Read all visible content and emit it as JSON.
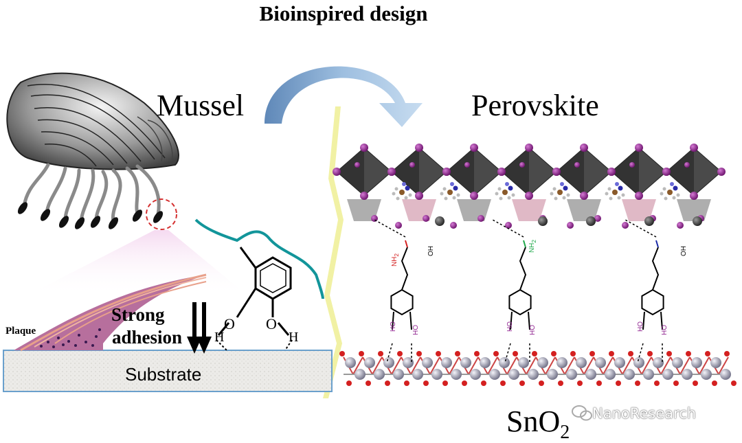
{
  "title": "Bioinspired design",
  "left_label": "Mussel",
  "right_label": "Perovskite",
  "substrate_label": "Substrate",
  "plaque_label": "Plaque",
  "adhesion_label_1": "Strong",
  "adhesion_label_2": "adhesion",
  "sno2_main": "SnO",
  "sno2_sub": "2",
  "watermark": "NanoResearch",
  "chem": {
    "nh2": "NH",
    "nh2_sub": "2",
    "ho": "HO",
    "oh": "OH",
    "o": "O",
    "h": "H"
  },
  "colors": {
    "arrow": "#7fa7cf",
    "octahedron": "#3a3a3a",
    "iodide": "#8e1f8e",
    "tin": "#8c8ca0",
    "oxygen": "#d42020",
    "amine_red": "#d42020",
    "amine_green": "#1fa84a",
    "carbonyl_blue": "#1a2aa8",
    "teal_chain": "#12959a",
    "lightning": "#efef9a"
  }
}
